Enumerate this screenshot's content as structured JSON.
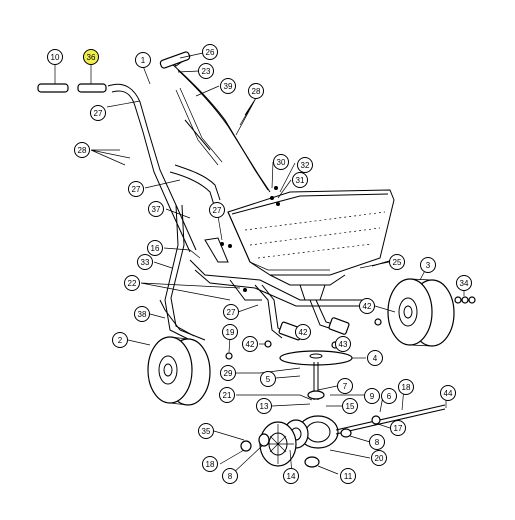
{
  "diagram": {
    "highlight_color": "#f2ef4a",
    "callouts": [
      {
        "id": "c10",
        "label": "10",
        "highlighted": false
      },
      {
        "id": "c36",
        "label": "36",
        "highlighted": true
      },
      {
        "id": "c1",
        "label": "1",
        "highlighted": false
      },
      {
        "id": "c26",
        "label": "26",
        "highlighted": false
      },
      {
        "id": "c23",
        "label": "23",
        "highlighted": false
      },
      {
        "id": "c39",
        "label": "39",
        "highlighted": false
      },
      {
        "id": "c28a",
        "label": "28",
        "highlighted": false
      },
      {
        "id": "c27a",
        "label": "27",
        "highlighted": false
      },
      {
        "id": "c28b",
        "label": "28",
        "highlighted": false
      },
      {
        "id": "c27b",
        "label": "27",
        "highlighted": false
      },
      {
        "id": "c30",
        "label": "30",
        "highlighted": false
      },
      {
        "id": "c32",
        "label": "32",
        "highlighted": false
      },
      {
        "id": "c31",
        "label": "31",
        "highlighted": false
      },
      {
        "id": "c37",
        "label": "37",
        "highlighted": false
      },
      {
        "id": "c27c",
        "label": "27",
        "highlighted": false
      },
      {
        "id": "c16",
        "label": "16",
        "highlighted": false
      },
      {
        "id": "c33",
        "label": "33",
        "highlighted": false
      },
      {
        "id": "c25",
        "label": "25",
        "highlighted": false
      },
      {
        "id": "c3",
        "label": "3",
        "highlighted": false
      },
      {
        "id": "c34",
        "label": "34",
        "highlighted": false
      },
      {
        "id": "c22",
        "label": "22",
        "highlighted": false
      },
      {
        "id": "c42a",
        "label": "42",
        "highlighted": false
      },
      {
        "id": "c38",
        "label": "38",
        "highlighted": false
      },
      {
        "id": "c27d",
        "label": "27",
        "highlighted": false
      },
      {
        "id": "c19",
        "label": "19",
        "highlighted": false
      },
      {
        "id": "c2",
        "label": "2",
        "highlighted": false
      },
      {
        "id": "c42b",
        "label": "42",
        "highlighted": false
      },
      {
        "id": "c43",
        "label": "43",
        "highlighted": false
      },
      {
        "id": "c42c",
        "label": "42",
        "highlighted": false
      },
      {
        "id": "c4",
        "label": "4",
        "highlighted": false
      },
      {
        "id": "c29",
        "label": "29",
        "highlighted": false
      },
      {
        "id": "c5",
        "label": "5",
        "highlighted": false
      },
      {
        "id": "c7",
        "label": "7",
        "highlighted": false
      },
      {
        "id": "c21",
        "label": "21",
        "highlighted": false
      },
      {
        "id": "c9",
        "label": "9",
        "highlighted": false
      },
      {
        "id": "c6",
        "label": "6",
        "highlighted": false
      },
      {
        "id": "c18a",
        "label": "18",
        "highlighted": false
      },
      {
        "id": "c44",
        "label": "44",
        "highlighted": false
      },
      {
        "id": "c13",
        "label": "13",
        "highlighted": false
      },
      {
        "id": "c15",
        "label": "15",
        "highlighted": false
      },
      {
        "id": "c35",
        "label": "35",
        "highlighted": false
      },
      {
        "id": "c17",
        "label": "17",
        "highlighted": false
      },
      {
        "id": "c8a",
        "label": "8",
        "highlighted": false
      },
      {
        "id": "c20",
        "label": "20",
        "highlighted": false
      },
      {
        "id": "c18b",
        "label": "18",
        "highlighted": false
      },
      {
        "id": "c8b",
        "label": "8",
        "highlighted": false
      },
      {
        "id": "c11",
        "label": "11",
        "highlighted": false
      },
      {
        "id": "c14",
        "label": "14",
        "highlighted": false
      }
    ]
  }
}
